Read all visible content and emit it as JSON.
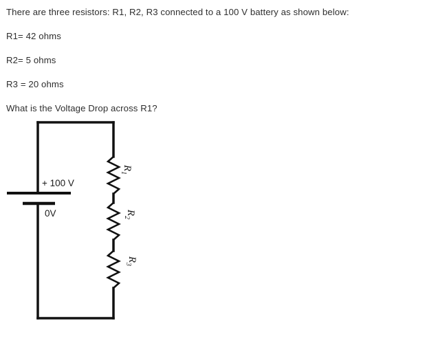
{
  "question": {
    "lines": [
      "There are three resistors: R1, R2, R3 connected to a 100 V battery as shown below:",
      "R1= 42 ohms",
      "R2= 5 ohms",
      "R3 = 20 ohms",
      "What is the Voltage Drop across R1?"
    ]
  },
  "circuit": {
    "battery": {
      "positive_label": "+ 100 V",
      "negative_label": "0V"
    },
    "resistors": [
      {
        "name": "R",
        "subscript": "1",
        "value": "42 ohms"
      },
      {
        "name": "R",
        "subscript": "2",
        "value": "5 ohms"
      },
      {
        "name": "R",
        "subscript": "3",
        "value": "20 ohms"
      }
    ],
    "colors": {
      "wire": "#111111",
      "text": "#1a1a1a",
      "background": "#ffffff"
    }
  }
}
